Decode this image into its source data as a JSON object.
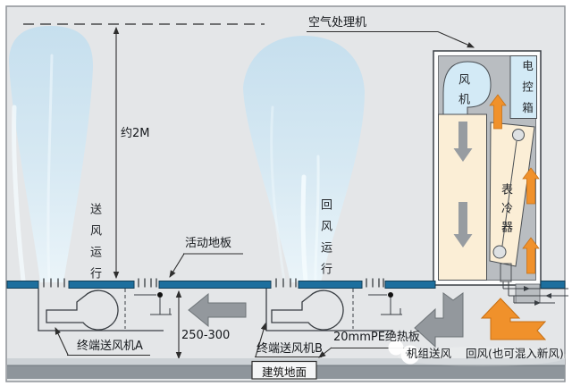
{
  "diagram_title_context": {
    "type": "underfloor-air-distribution-schematic"
  },
  "ahu": {
    "label": "空气处理机",
    "fan_label": "风机",
    "control_box_label": "电控箱",
    "cooling_coil_label": "表冷器"
  },
  "room": {
    "height_dimension": "约2M",
    "supply_operation_label": "送风运行",
    "return_operation_label": "回风运行",
    "raised_floor_label": "活动地板"
  },
  "underfloor": {
    "terminal_fan_a_label": "终端送风机A",
    "terminal_fan_b_label": "终端送风机B",
    "insulation_board_label": "20mmPE绝热板",
    "plenum_height_dimension": "250-300",
    "unit_supply_label": "机组送风",
    "return_air_label": "回风(也可混入新风)",
    "building_ground_label": "建筑地面"
  },
  "watermark": {
    "icon": "chat-bubbles"
  },
  "colors": {
    "background": "#e4e6e8",
    "raised_floor_teal": "#1d6f9e",
    "plume_blue": "#cde2ef",
    "equipment_cream": "#fbeed6",
    "equipment_blue": "#d3eaf6",
    "ahu_interior_gray": "#b9bdc1",
    "supply_arrow_gray": "#93989d",
    "return_arrow_orange": "#f0912b",
    "ground_gray": "#8e959b",
    "line_dark": "#3a3f44"
  }
}
